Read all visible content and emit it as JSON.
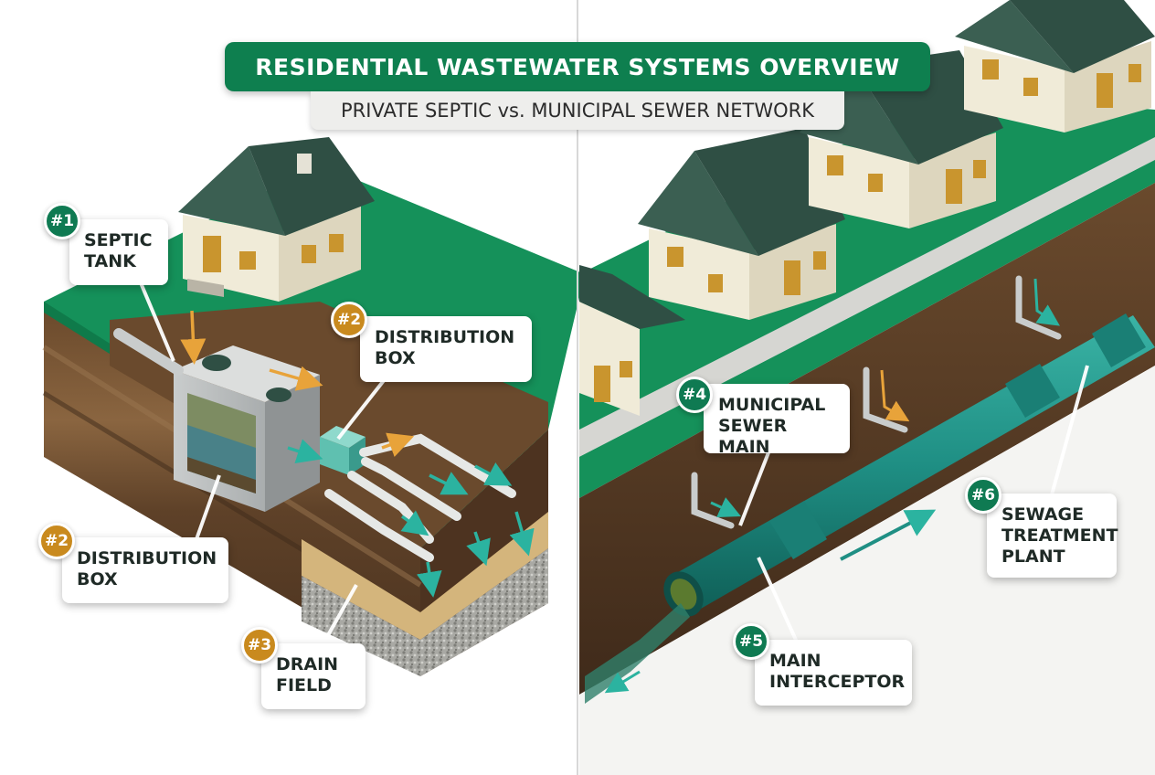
{
  "title": "RESIDENTIAL WASTEWATER SYSTEMS OVERVIEW",
  "subtitle": "PRIVATE SEPTIC vs. MUNICIPAL SEWER NETWORK",
  "colors": {
    "brand_green": "#0e7f4f",
    "badge_green": "#0f7a52",
    "badge_amber": "#c98a1e",
    "pipe_teal": "#1f8f84",
    "flow_orange": "#e8a33a",
    "grass": "#15915a",
    "soil": "#5c3d24",
    "roof": "#3b5f52"
  },
  "callouts": [
    {
      "id": "septic-tank",
      "number": "#1",
      "badge_color": "green",
      "label": "SEPTIC\nTANK"
    },
    {
      "id": "distribution-box-upper",
      "number": "#2",
      "badge_color": "amber",
      "label": "DISTRIBUTION\nBOX"
    },
    {
      "id": "distribution-box-lower",
      "number": "#2",
      "badge_color": "amber",
      "label": "DISTRIBUTION\nBOX"
    },
    {
      "id": "drain-field",
      "number": "#3",
      "badge_color": "amber",
      "label": "DRAIN\nFIELD"
    },
    {
      "id": "municipal-sewer-main",
      "number": "#4",
      "badge_color": "green",
      "label": "MUNICIPAL\nSEWER MAIN"
    },
    {
      "id": "main-interceptor",
      "number": "#5",
      "badge_color": "green",
      "label": "MAIN\nINTERCEPTOR"
    },
    {
      "id": "sewage-treatment-plant",
      "number": "#6",
      "badge_color": "green",
      "label": "SEWAGE\nTREATMENT\nPLANT"
    }
  ]
}
